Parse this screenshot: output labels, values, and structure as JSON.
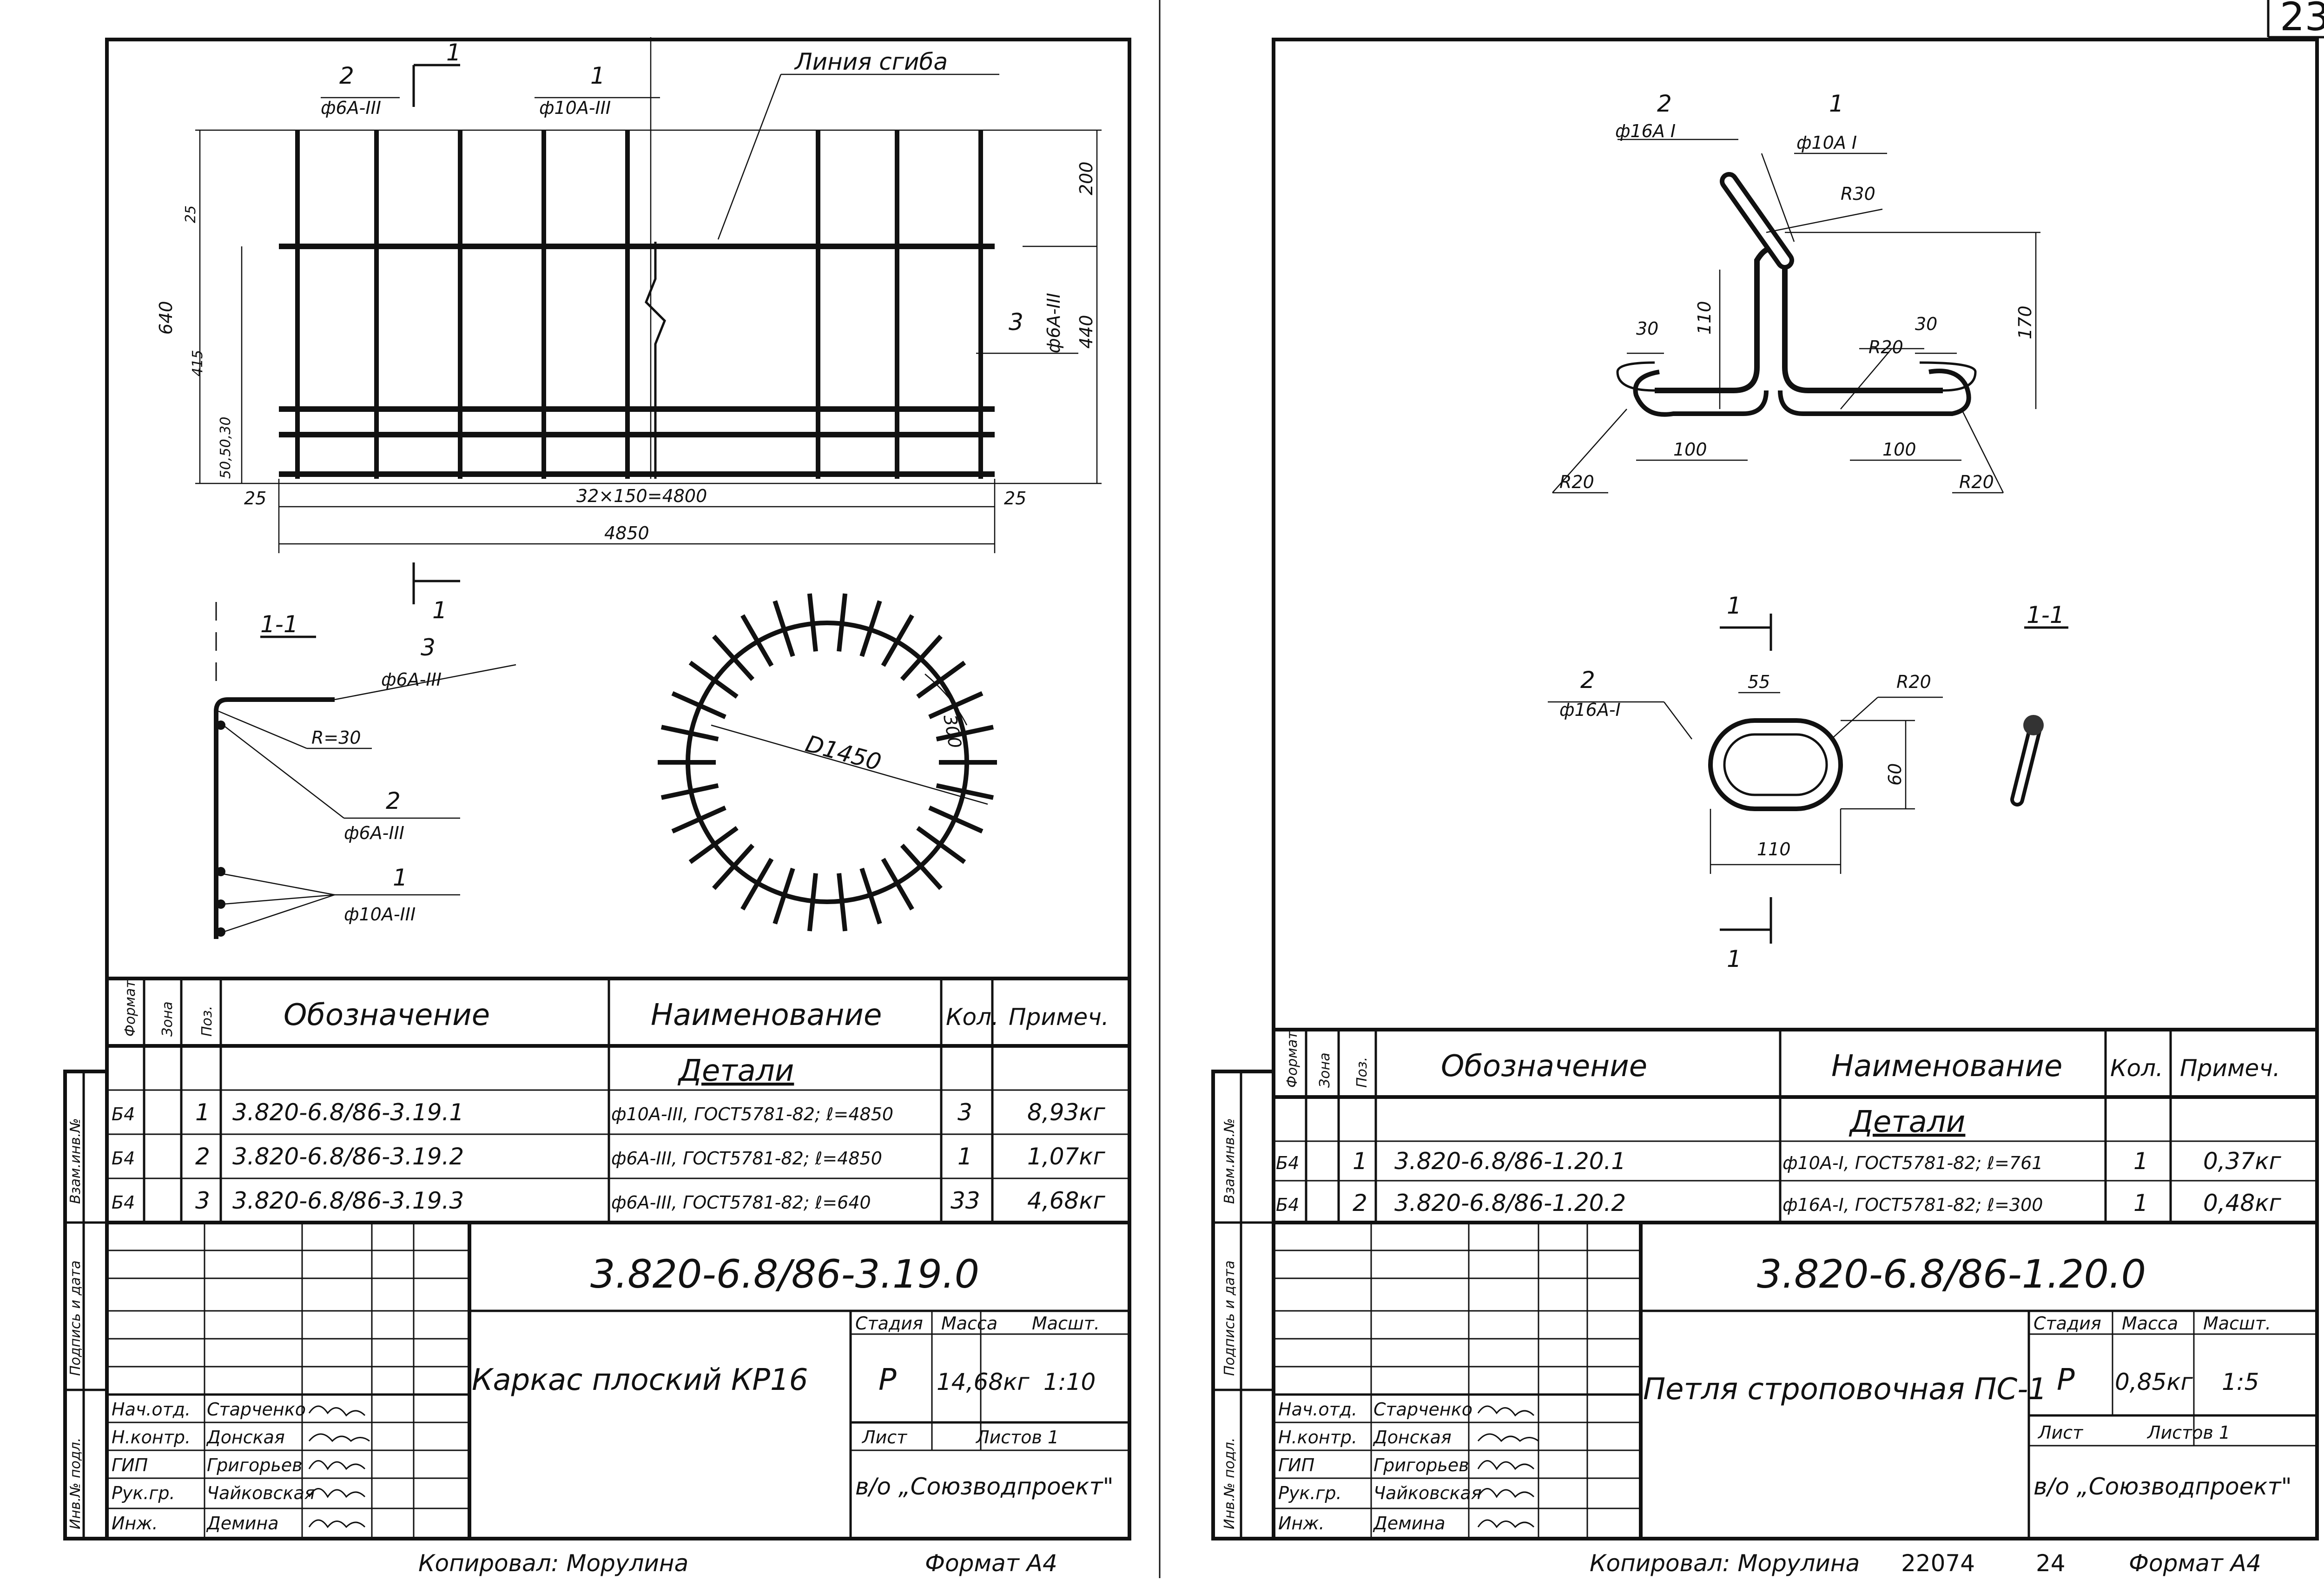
{
  "page_number": "23",
  "left_sheet": {
    "section_mark": "1",
    "section_label": "1-1",
    "bend_line_label": "Линия сгиба",
    "bar_callouts": [
      {
        "pos": "2",
        "spec": "ф6А-III"
      },
      {
        "pos": "1",
        "spec": "ф10А-III"
      },
      {
        "pos": "3",
        "spec": "ф6А-III"
      }
    ],
    "dims": {
      "total_height": "640",
      "upper": "200",
      "lower": "440",
      "top_gap": "25",
      "middle": "415",
      "small_gaps": "50,50,30",
      "step": "32×150=4800",
      "total_length": "4850",
      "end_offset": "25"
    },
    "section_callouts": [
      {
        "pos": "3",
        "spec": "ф6А-III"
      },
      {
        "pos": "2",
        "spec": "ф6А-III"
      },
      {
        "pos": "1",
        "spec": "ф10А-III"
      }
    ],
    "radius": "R=30",
    "circle_dim": "D1450",
    "arc_dim": "300",
    "table_header": {
      "format": "Формат",
      "zone": "Зона",
      "pos": "Поз.",
      "designation": "Обозначение",
      "name": "Наименование",
      "qty": "Кол.",
      "note": "Примеч."
    },
    "section_row": "Детали",
    "rows": [
      {
        "format": "Б4",
        "pos": "1",
        "designation": "3.820-6.8/86-3.19.1",
        "name": "ф10А-III, ГОСТ5781-82; ℓ=4850",
        "qty": "3",
        "note": "8,93кг"
      },
      {
        "format": "Б4",
        "pos": "2",
        "designation": "3.820-6.8/86-3.19.2",
        "name": "ф6А-III, ГОСТ5781-82; ℓ=4850",
        "qty": "1",
        "note": "1,07кг"
      },
      {
        "format": "Б4",
        "pos": "3",
        "designation": "3.820-6.8/86-3.19.3",
        "name": "ф6А-III, ГОСТ5781-82; ℓ=640",
        "qty": "33",
        "note": "4,68кг"
      }
    ],
    "doc_code": "3.820-6.8/86-3.19.0",
    "title": "Каркас плоский КР16",
    "stage_label": "Стадия",
    "mass_label": "Масса",
    "scale_label": "Масшт.",
    "stage": "Р",
    "mass": "14,68кг",
    "scale": "1:10",
    "sheet_label": "Лист",
    "sheets_label": "Листов 1",
    "org": "в/о „Союзводпроект\"",
    "staff": [
      {
        "role": "Нач.отд.",
        "name": "Старченко"
      },
      {
        "role": "Н.контр.",
        "name": "Донская"
      },
      {
        "role": "ГИП",
        "name": "Григорьев"
      },
      {
        "role": "Рук.гр.",
        "name": "Чайковская"
      },
      {
        "role": "Инж.",
        "name": "Демина"
      }
    ],
    "side_labels": [
      "Взам.инв.№",
      "Подпись и дата",
      "Инв.№ подл."
    ],
    "copied_by": "Копировал: Морулина",
    "format": "Формат А4"
  },
  "right_sheet": {
    "callouts_top": [
      {
        "pos": "2",
        "spec": "ф16А I"
      },
      {
        "pos": "1",
        "spec": "ф10А I"
      }
    ],
    "dims_loop": {
      "r30": "R30",
      "r20": "R20",
      "w30": "30",
      "h110": "110",
      "h170": "170",
      "w100": "100"
    },
    "section_mark": "1",
    "section_label": "1-1",
    "callout_bottom": {
      "pos": "2",
      "spec": "ф16А-I"
    },
    "dims_ring": {
      "w55": "55",
      "r20": "R20",
      "h60": "60",
      "w110": "110"
    },
    "table_header": {
      "format": "Формат",
      "zone": "Зона",
      "pos": "Поз.",
      "designation": "Обозначение",
      "name": "Наименование",
      "qty": "Кол.",
      "note": "Примеч."
    },
    "section_row": "Детали",
    "rows": [
      {
        "format": "Б4",
        "pos": "1",
        "designation": "3.820-6.8/86-1.20.1",
        "name": "ф10А-I, ГОСТ5781-82; ℓ=761",
        "qty": "1",
        "note": "0,37кг"
      },
      {
        "format": "Б4",
        "pos": "2",
        "designation": "3.820-6.8/86-1.20.2",
        "name": "ф16А-I, ГОСТ5781-82; ℓ=300",
        "qty": "1",
        "note": "0,48кг"
      }
    ],
    "doc_code": "3.820-6.8/86-1.20.0",
    "title": "Петля строповочная ПС-1",
    "stage_label": "Стадия",
    "mass_label": "Масса",
    "scale_label": "Масшт.",
    "stage": "Р",
    "mass": "0,85кг",
    "scale": "1:5",
    "sheet_label": "Лист",
    "sheets_label": "Листов 1",
    "org": "в/о „Союзводпроект\"",
    "staff": [
      {
        "role": "Нач.отд.",
        "name": "Старченко"
      },
      {
        "role": "Н.контр.",
        "name": "Донская"
      },
      {
        "role": "ГИП",
        "name": "Григорьев"
      },
      {
        "role": "Рук.гр.",
        "name": "Чайковская"
      },
      {
        "role": "Инж.",
        "name": "Демина"
      }
    ],
    "side_labels": [
      "Взам.инв.№",
      "Подпись и дата",
      "Инв.№ подл."
    ],
    "copied_by": "Копировал: Морулина",
    "inv_number": "22074",
    "sheet_num": "24",
    "format": "Формат А4"
  }
}
